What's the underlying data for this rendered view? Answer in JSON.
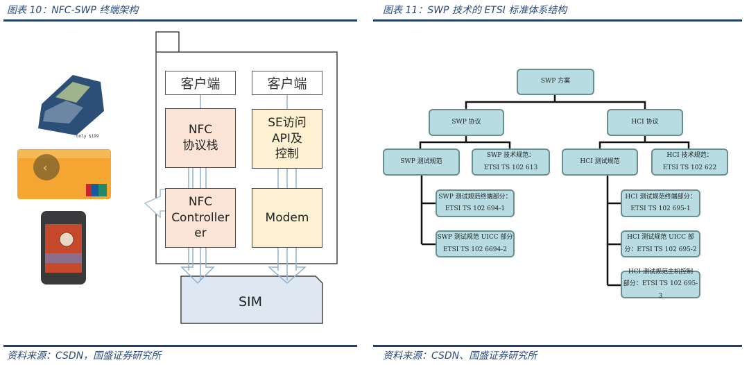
{
  "left_figure": {
    "caption": "图表 10：NFC-SWP 终端架构",
    "source": "资料来源：CSDN，国盛证券研究所",
    "client_left": "客户端",
    "client_right": "客户端",
    "nfc_stack": "NFC\n协议栈",
    "se_api": "SE访问\nAPI及\n控制",
    "nfc_controller": "NFC\nController\ner",
    "modem": "Modem",
    "sim": "SIM",
    "devices": [
      "pos-terminal",
      "bank-card",
      "mobile-phone"
    ],
    "colors": {
      "nfc": "#fbe3d6",
      "se": "#fdf1d1",
      "sim": "#dde8f3"
    }
  },
  "right_figure": {
    "caption": "图表 11：SWP 技术的 ETSI 标准体系结构",
    "source": "资料来源：CSDN、国盛证券研究所",
    "root": "SWP 方案",
    "swp_protocol": "SWP 协议",
    "hci_protocol": "HCI 协议",
    "swp_test": "SWP 测试规范",
    "swp_tech": "SWP 技术规范：\nETSI TS 102 613",
    "hci_test": "HCI 测试规范",
    "hci_tech": "HCI 技术规范：\nETSI TS 102 622",
    "swp_test_children": [
      "SWP 测试规范终端部分：\nETSI TS 102 694-1",
      "SWP 测试规范 UICC 部分\nETSI TS 102 6694-2"
    ],
    "hci_test_children": [
      "HCI 测试规范终端部分：\nETSI TS 102 695-1",
      "HCI 测试规范 UICC 部\n分：ETSI TS 102 695-2",
      "HCI 测试规范主机控制\n部分：ETSI TS 102 695-3"
    ],
    "colors": {
      "node": "#b7dde3"
    }
  }
}
